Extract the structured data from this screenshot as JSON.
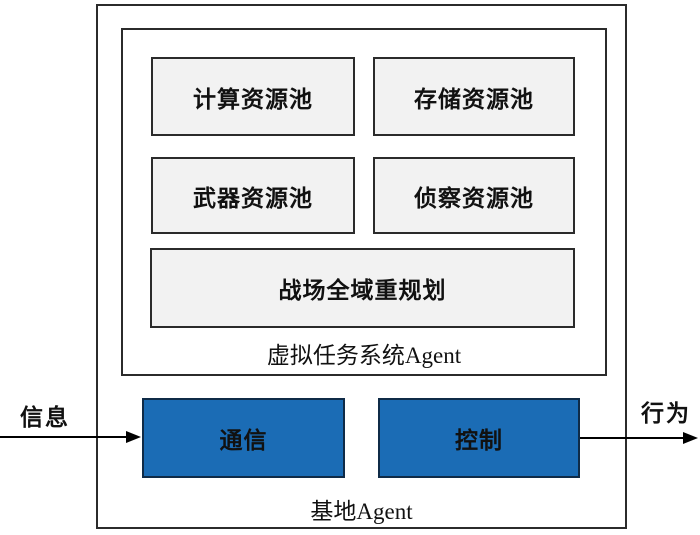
{
  "diagram": {
    "outer_label": "基地Agent",
    "inner_label": "虚拟任务系统Agent",
    "pools": [
      {
        "label": "计算资源池"
      },
      {
        "label": "存储资源池"
      },
      {
        "label": "武器资源池"
      },
      {
        "label": "侦察资源池"
      }
    ],
    "replanning_label": "战场全域重规划",
    "modules": [
      {
        "label": "通信"
      },
      {
        "label": "控制"
      }
    ],
    "arrows": {
      "input_label": "信息",
      "output_label": "行为"
    },
    "colors": {
      "module_blue": "#1b6cb5",
      "module_border": "#0f2b47",
      "pool_fill": "#f2f2f2",
      "line": "#2b2b2b",
      "text": "#111111"
    }
  }
}
